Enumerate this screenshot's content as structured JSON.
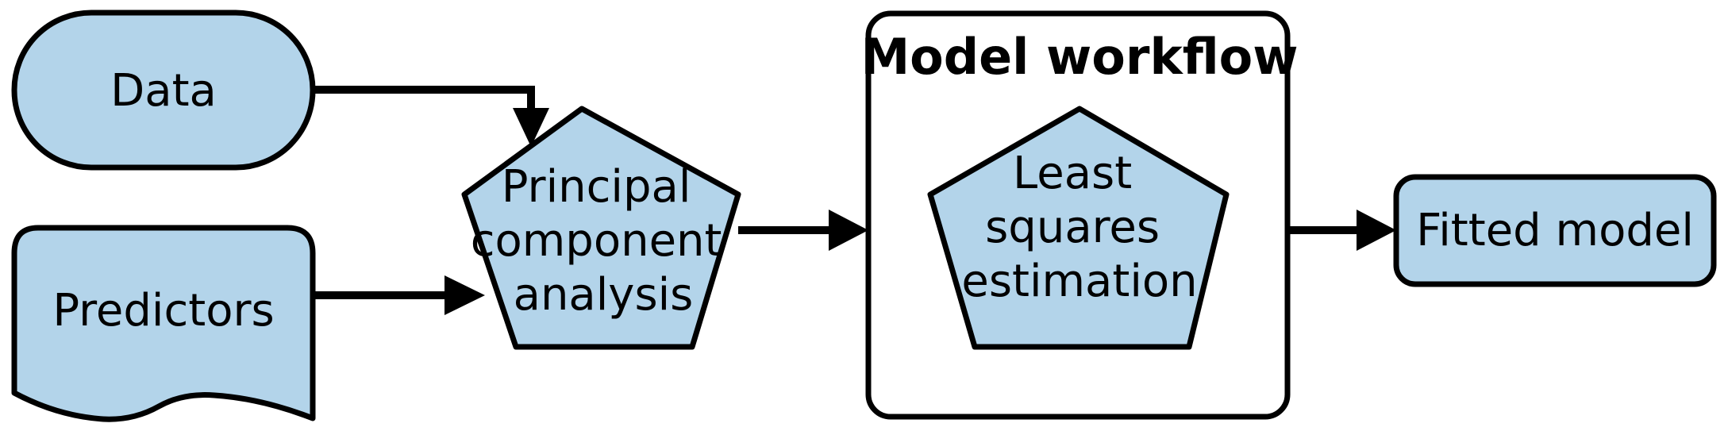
{
  "diagram": {
    "nodes": {
      "data": {
        "label": "Data",
        "shape": "rounded-terminal"
      },
      "predictors": {
        "label": "Predictors",
        "shape": "document"
      },
      "pca": {
        "lines": [
          "Principal",
          "component",
          "analysis"
        ],
        "shape": "pentagon"
      },
      "workflow": {
        "title": "Model workflow",
        "shape": "container"
      },
      "least_squares": {
        "lines": [
          "Least",
          "squares",
          "estimation"
        ],
        "shape": "pentagon"
      },
      "fitted": {
        "label": "Fitted model",
        "shape": "rounded-rectangle"
      }
    },
    "edges": [
      {
        "from": "data",
        "to": "pca"
      },
      {
        "from": "predictors",
        "to": "pca"
      },
      {
        "from": "pca",
        "to": "workflow"
      },
      {
        "from": "workflow",
        "to": "fitted"
      }
    ],
    "colors": {
      "node_fill": "#b3d4ea",
      "stroke": "#000000",
      "background": "#ffffff"
    }
  }
}
